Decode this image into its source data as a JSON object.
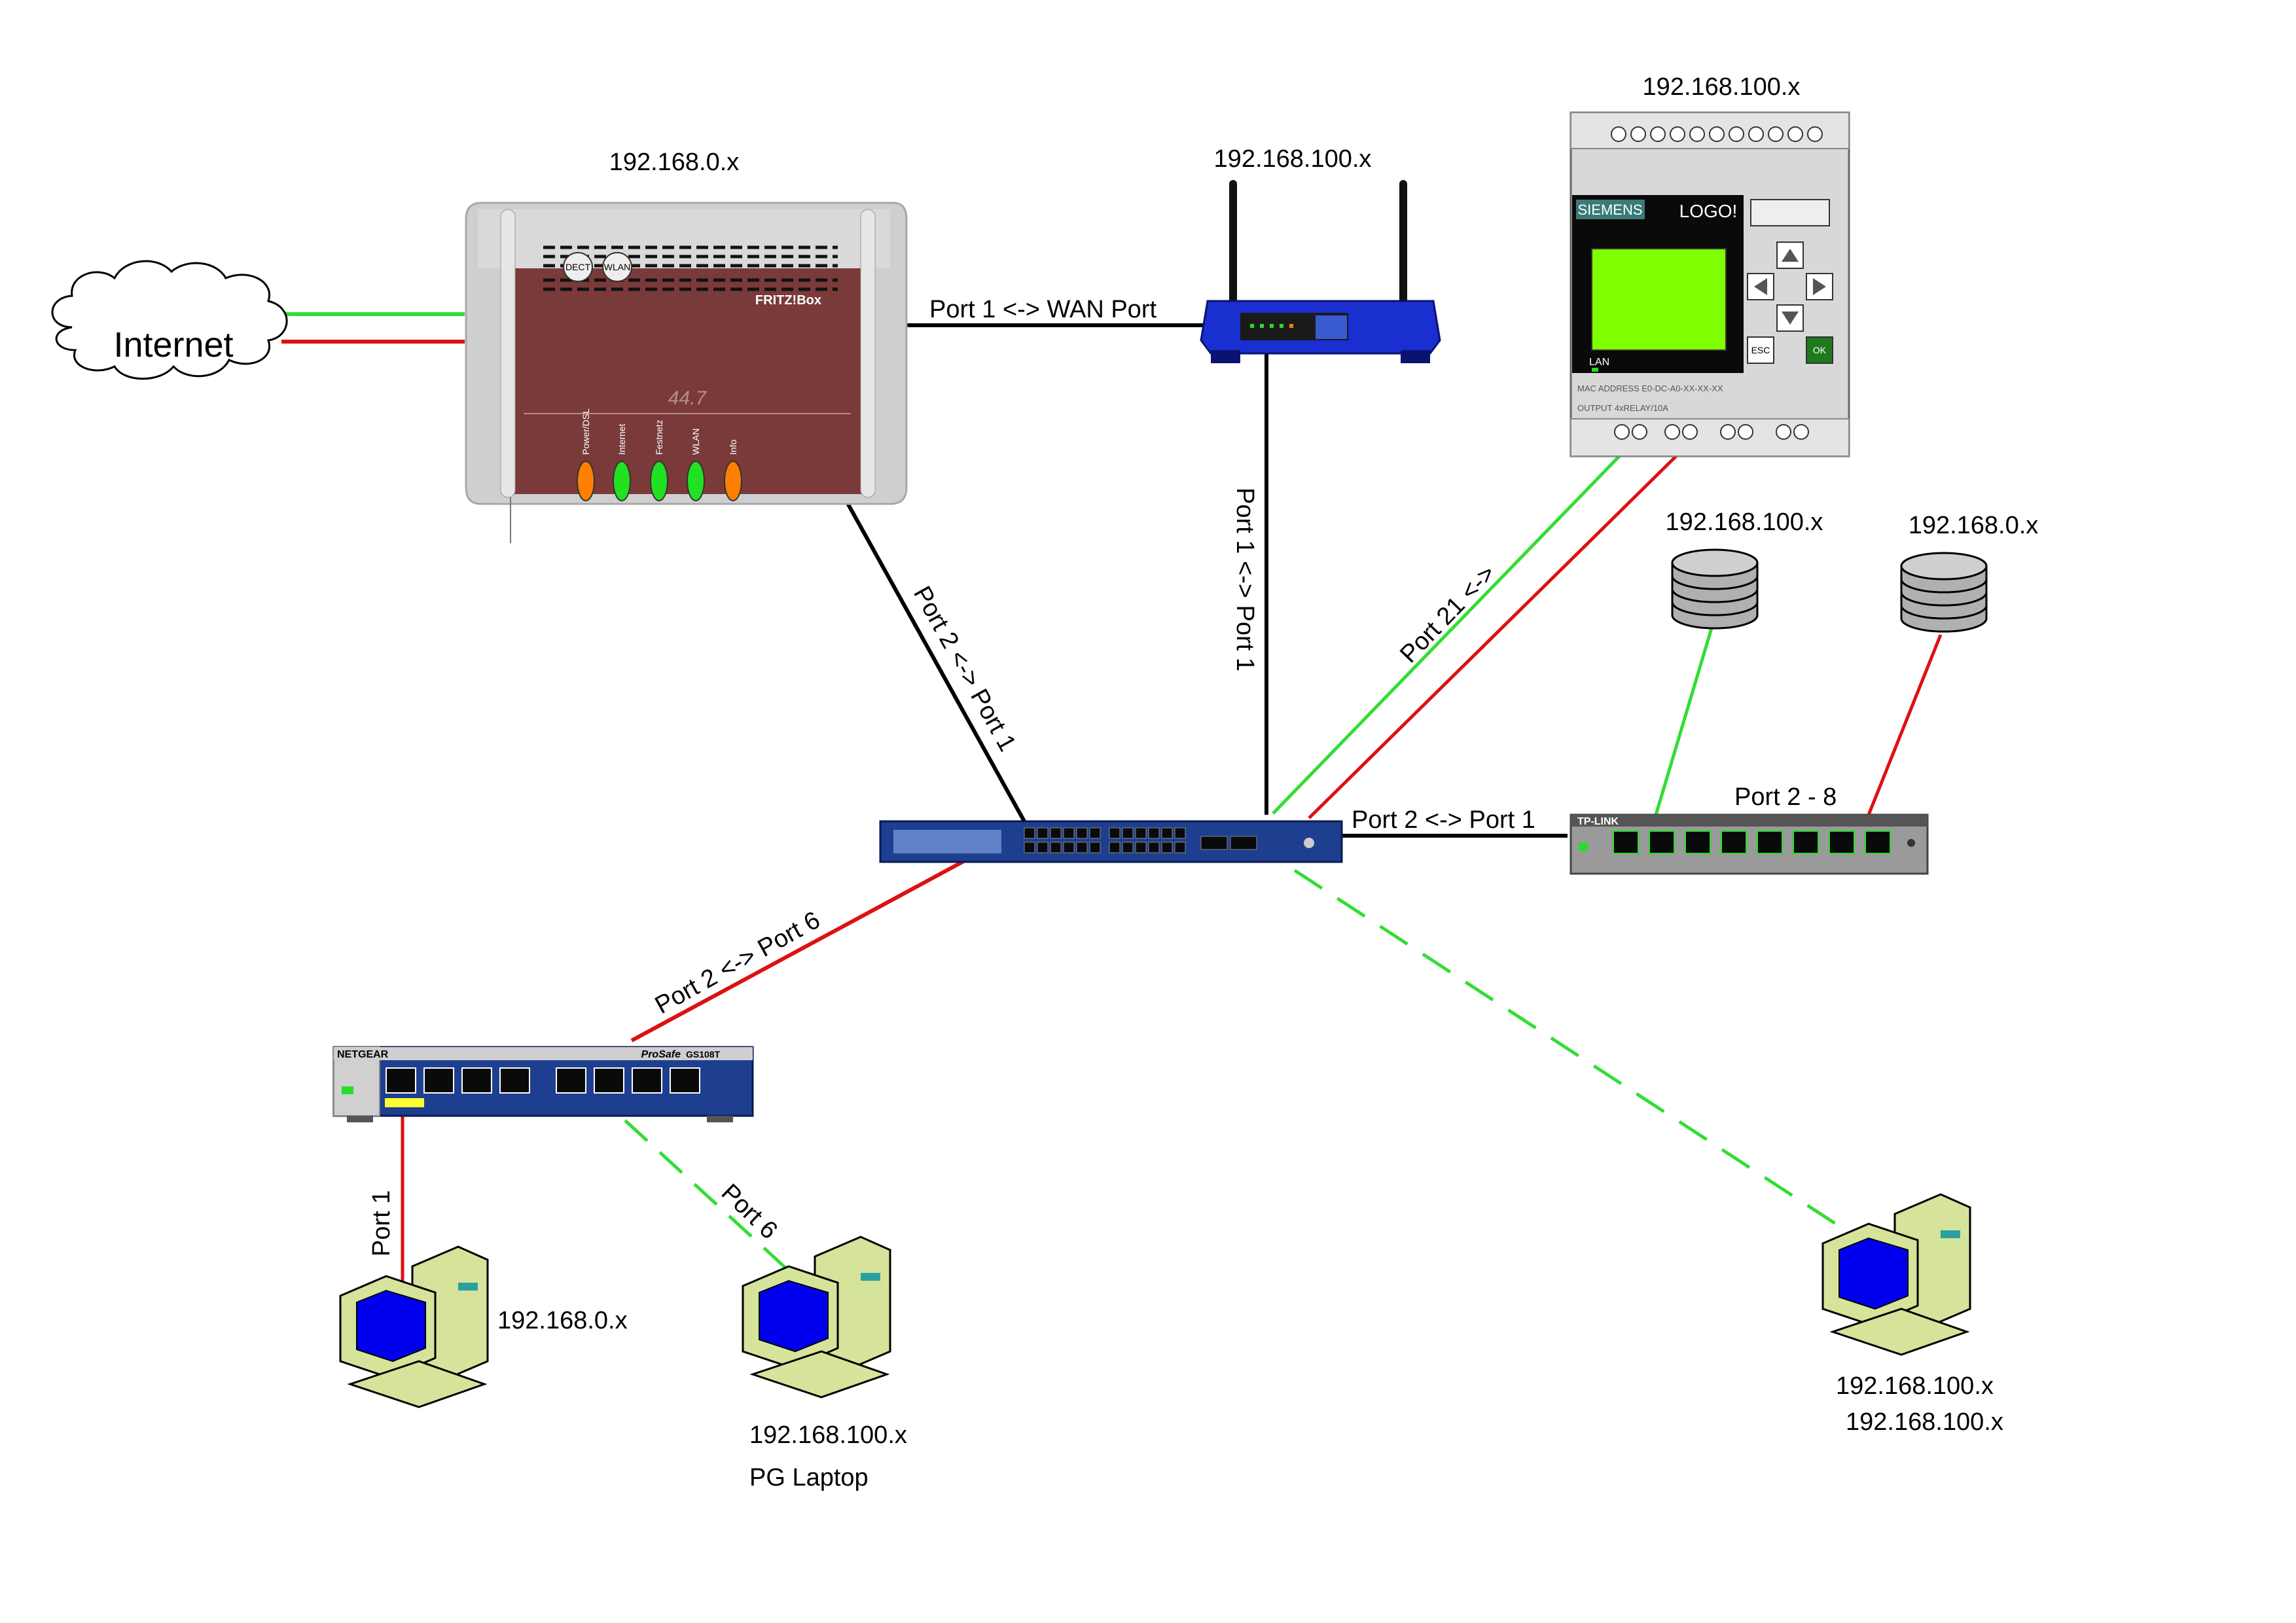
{
  "labels": {
    "internet": "Internet",
    "fritz_ip": "192.168.0.x",
    "fritz_brand": "FRITZ!Box",
    "fritz_dect": "DECT",
    "fritz_wlan": "WLAN",
    "fritz_model": "44.7",
    "fritz_leds": [
      "Power/DSL",
      "Internet",
      "Festnetz",
      "WLAN",
      "Info"
    ],
    "router_ip": "192.168.100.x",
    "logo_ip": "192.168.100.x",
    "logo_brand": "SIEMENS",
    "logo_name": "LOGO!",
    "logo_lan": "LAN",
    "logo_mac": "MAC ADDRESS E0-DC-A0-XX-XX-XX",
    "logo_output": "OUTPUT 4xRELAY/10A",
    "logo_esc": "ESC",
    "logo_ok": "OK",
    "disk1_ip": "192.168.100.x",
    "disk2_ip": "192.168.0.x",
    "tplink_brand": "TP-LINK",
    "netgear_brand": "NETGEAR",
    "netgear_model": "ProSafe",
    "netgear_code": "GS108T",
    "pc1_ip": "192.168.0.x",
    "pc2_ip": "192.168.100.x",
    "pc2_name": "PG Laptop",
    "pc3_ip_1": "192.168.100.x",
    "pc3_ip_2": "192.168.100.x"
  },
  "links": {
    "fritz_router": "Port 1 <-> WAN Port",
    "fritz_switch": "Port 2 <-> Port 1",
    "router_switch": "Port 1 <-> Port 1",
    "logo_switch": "Port 21 <->",
    "switch_tplink": "Port 2 <-> Port 1",
    "tplink_ports": "Port 2 - 8",
    "switch_netgear": "Port 2 <-> Port 6",
    "netgear_pc1": "Port 1",
    "netgear_pc2": "Port 6"
  },
  "colors": {
    "green": "#33dd33",
    "red": "#dd1111",
    "black": "#000000",
    "fritz_body": "#7a3a3a",
    "fritz_shell": "#cfcfcf",
    "switch_blue": "#1e3f8f",
    "router_blue": "#1a2fd0",
    "logo_gray": "#d8d8d8",
    "logo_screen": "#7fff00",
    "pc_beige": "#d6e39a",
    "pc_screen": "#0000ee"
  }
}
